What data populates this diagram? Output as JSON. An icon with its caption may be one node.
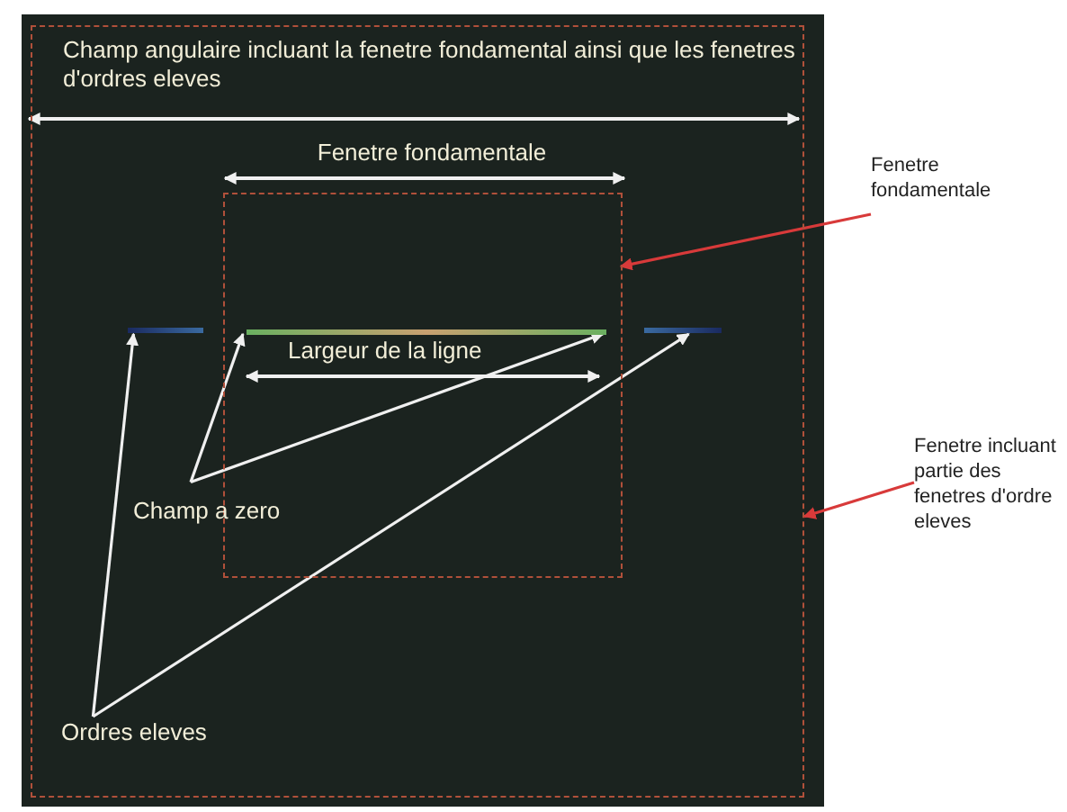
{
  "diagram": {
    "nodes": [
      {
        "text": [],
        "shape": "box"
      },
      {
        "text": [],
        "shape": "box",
        "in": 0
      },
      {
        "text": [],
        "shape": "bar",
        "in": 0
      },
      {
        "text": [],
        "shape": "bar",
        "in": 1
      },
      {
        "text": [],
        "shape": "bar",
        "in": 0
      },
      {
        "text": [
          "Fenetre fondamentale"
        ]
      },
      {
        "text": [
          "Fenetre incluant partie des fenetres d'ordre eleves"
        ]
      },
      {
        "text": [
          "Champ a zero"
        ],
        "in": 0
      },
      {
        "text": [
          "Ordres eleves"
        ],
        "in": 0
      }
    ],
    "edges": [
      {
        "from": 5,
        "to": 1,
        "arrow": "to",
        "color": "#d83a3a"
      },
      {
        "from": 6,
        "to": 0,
        "arrow": "to",
        "color": "#d83a3a"
      },
      {
        "from": 7,
        "to": 3,
        "arrow": "to"
      },
      {
        "from": 7,
        "to": 3,
        "arrow": "to"
      },
      {
        "from": 8,
        "to": 2,
        "arrow": "to"
      },
      {
        "from": 8,
        "to": 4,
        "arrow": "to"
      }
    ],
    "labels": [
      "Champ angulaire incluant la fenetre fondamental ainsi que les fenetres d'ordres eleves",
      "Fenetre fondamentale",
      "Largeur de la ligne"
    ]
  }
}
